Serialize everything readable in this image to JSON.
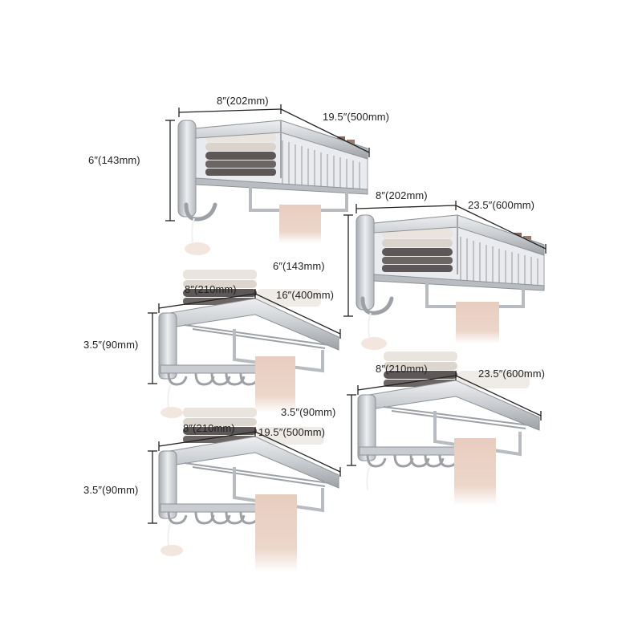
{
  "products": [
    {
      "id": "basket-500",
      "dimensions": {
        "depth": "8″(202mm)",
        "length": "19.5″(500mm)",
        "height": "6″(143mm)"
      }
    },
    {
      "id": "basket-600",
      "dimensions": {
        "depth": "8″(202mm)",
        "length": "23.5″(600mm)",
        "height": "6″(143mm)"
      }
    },
    {
      "id": "fold-400",
      "dimensions": {
        "depth": "8″(210mm)",
        "length": "16″(400mm)",
        "height": "3.5″(90mm)"
      }
    },
    {
      "id": "fold-600",
      "dimensions": {
        "depth": "8″(210mm)",
        "length": "23.5″(600mm)",
        "height": "3.5″(90mm)"
      }
    },
    {
      "id": "fold-500",
      "dimensions": {
        "depth": "8″(210mm)",
        "length": "19.5″(500mm)",
        "height": "3.5″(90mm)"
      }
    }
  ],
  "colors": {
    "metal": "#c9ccd0",
    "metal_dark": "#8e9297",
    "towel_dark": "#5d5857",
    "towel_light": "#e9e4dd",
    "towel_pink": "#e8cdbf",
    "dimension_line": "#222222"
  }
}
